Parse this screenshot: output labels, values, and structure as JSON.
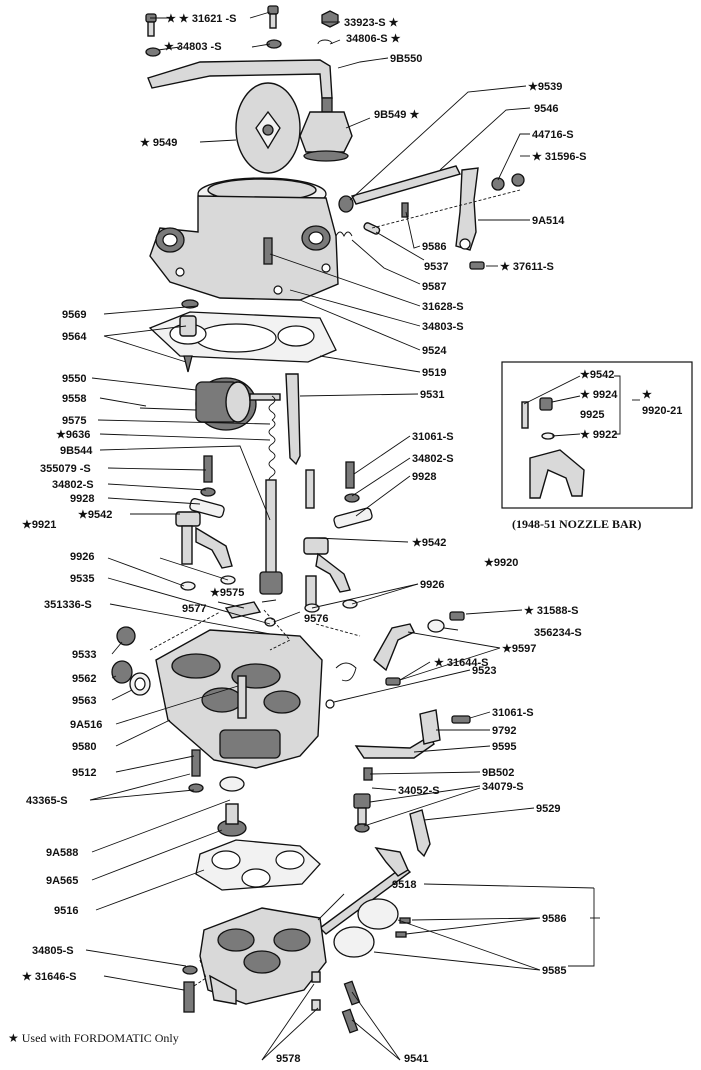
{
  "callouts": [
    {
      "id": "c1",
      "text": "★ ★ 31621 -S"
    },
    {
      "id": "c2",
      "text": "33923-S ★"
    },
    {
      "id": "c3",
      "text": "★ 34803 -S"
    },
    {
      "id": "c4",
      "text": "34806-S ★"
    },
    {
      "id": "c5",
      "text": "9B550"
    },
    {
      "id": "c6",
      "text": "★9539"
    },
    {
      "id": "c7",
      "text": "9546"
    },
    {
      "id": "c8",
      "text": "9B549 ★"
    },
    {
      "id": "c9",
      "text": "44716-S"
    },
    {
      "id": "c10",
      "text": "★ 31596-S"
    },
    {
      "id": "c11",
      "text": "★ 9549"
    },
    {
      "id": "c12",
      "text": "9A514"
    },
    {
      "id": "c13",
      "text": "9586"
    },
    {
      "id": "c14",
      "text": "9537"
    },
    {
      "id": "c15",
      "text": "★ 37611-S"
    },
    {
      "id": "c16",
      "text": "9587"
    },
    {
      "id": "c17",
      "text": "31628-S"
    },
    {
      "id": "c18",
      "text": "9569"
    },
    {
      "id": "c19",
      "text": "34803-S"
    },
    {
      "id": "c20",
      "text": "9564"
    },
    {
      "id": "c21",
      "text": "9524"
    },
    {
      "id": "c22",
      "text": "9519"
    },
    {
      "id": "c23",
      "text": "9550"
    },
    {
      "id": "c24",
      "text": "9558"
    },
    {
      "id": "c25",
      "text": "9531"
    },
    {
      "id": "c26",
      "text": "9575"
    },
    {
      "id": "c27",
      "text": "★9636"
    },
    {
      "id": "c28",
      "text": "9B544"
    },
    {
      "id": "c29",
      "text": "31061-S"
    },
    {
      "id": "c30",
      "text": "355079 -S"
    },
    {
      "id": "c31",
      "text": "34802-S"
    },
    {
      "id": "c32",
      "text": "34802-S"
    },
    {
      "id": "c33",
      "text": "9928"
    },
    {
      "id": "c34",
      "text": "9928"
    },
    {
      "id": "c35",
      "text": "★9921"
    },
    {
      "id": "c36",
      "text": "★9542"
    },
    {
      "id": "c37",
      "text": "★9542"
    },
    {
      "id": "c38",
      "text": "★9920"
    },
    {
      "id": "c39",
      "text": "9926"
    },
    {
      "id": "c40",
      "text": "9535"
    },
    {
      "id": "c41",
      "text": "9926"
    },
    {
      "id": "c42",
      "text": "★9575"
    },
    {
      "id": "c43",
      "text": "351336-S"
    },
    {
      "id": "c44",
      "text": "9577"
    },
    {
      "id": "c45",
      "text": "★ 31588-S"
    },
    {
      "id": "c46",
      "text": "9576"
    },
    {
      "id": "c47",
      "text": "356234-S"
    },
    {
      "id": "c48",
      "text": "9533"
    },
    {
      "id": "c49",
      "text": "★9597"
    },
    {
      "id": "c50",
      "text": "★ 31644-S"
    },
    {
      "id": "c51",
      "text": "9562"
    },
    {
      "id": "c52",
      "text": "9523"
    },
    {
      "id": "c53",
      "text": "9563"
    },
    {
      "id": "c54",
      "text": "31061-S"
    },
    {
      "id": "c55",
      "text": "9A516"
    },
    {
      "id": "c56",
      "text": "9792"
    },
    {
      "id": "c57",
      "text": "9580"
    },
    {
      "id": "c58",
      "text": "9595"
    },
    {
      "id": "c59",
      "text": "9512"
    },
    {
      "id": "c60",
      "text": "9B502"
    },
    {
      "id": "c61",
      "text": "34052-S"
    },
    {
      "id": "c62",
      "text": "34079-S"
    },
    {
      "id": "c63",
      "text": "43365-S"
    },
    {
      "id": "c64",
      "text": "9529"
    },
    {
      "id": "c65",
      "text": "9A588"
    },
    {
      "id": "c66",
      "text": "9A565"
    },
    {
      "id": "c67",
      "text": "9518"
    },
    {
      "id": "c68",
      "text": "9516"
    },
    {
      "id": "c69",
      "text": "9586"
    },
    {
      "id": "c70",
      "text": "34805-S"
    },
    {
      "id": "c71",
      "text": "9585"
    },
    {
      "id": "c72",
      "text": "★ 31646-S"
    },
    {
      "id": "c73",
      "text": "9578"
    },
    {
      "id": "c74",
      "text": "9541"
    }
  ],
  "inset": {
    "labels": [
      {
        "id": "i1",
        "text": "★9542"
      },
      {
        "id": "i2",
        "text": "★ 9924"
      },
      {
        "id": "i3",
        "text": "★"
      },
      {
        "id": "i4",
        "text": "9920-21"
      },
      {
        "id": "i5",
        "text": "9925"
      },
      {
        "id": "i6",
        "text": "★ 9922"
      }
    ],
    "caption": "(1948-51 NOZZLE BAR)"
  },
  "footnote": "★ Used with FORDOMATIC Only"
}
